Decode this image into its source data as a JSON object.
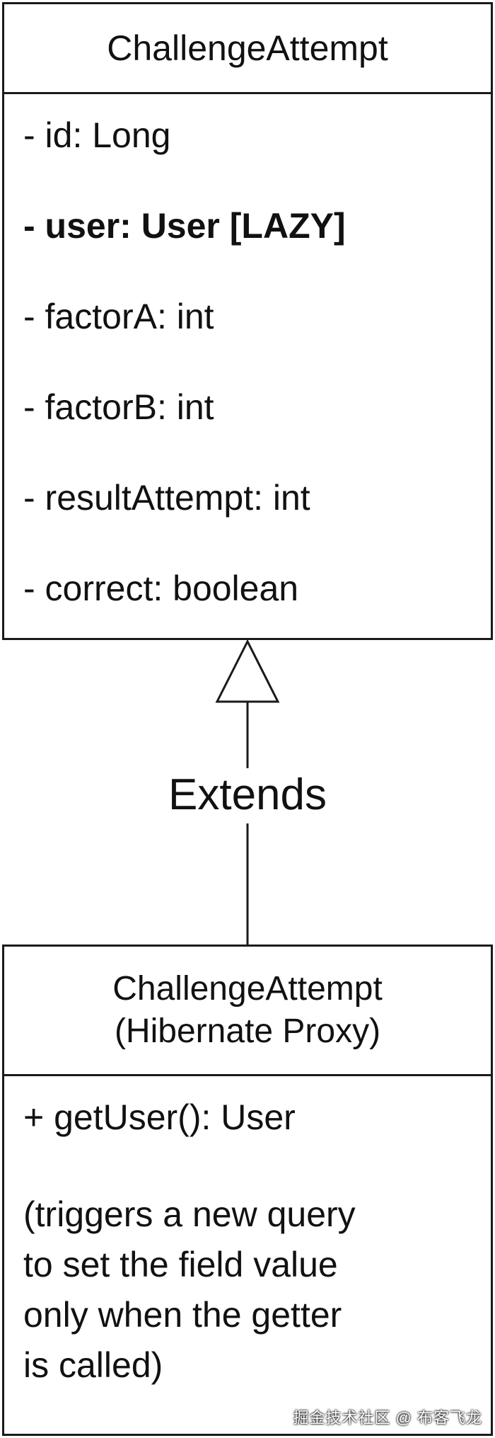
{
  "top_class": {
    "name": "ChallengeAttempt",
    "attributes": [
      {
        "text": "- id: Long",
        "bold": false
      },
      {
        "text": "- user: User [LAZY]",
        "bold": true
      },
      {
        "text": "- factorA: int",
        "bold": false
      },
      {
        "text": "- factorB: int",
        "bold": false
      },
      {
        "text": "- resultAttempt: int",
        "bold": false
      },
      {
        "text": "- correct: boolean",
        "bold": false
      }
    ]
  },
  "relationship": {
    "label": "Extends"
  },
  "bottom_class": {
    "name_line1": "ChallengeAttempt",
    "name_line2": "(Hibernate Proxy)",
    "method": "+ getUser(): User",
    "note_lines": [
      "(triggers a new query",
      "to set the field value",
      "only when the getter",
      "is called)"
    ]
  },
  "watermark": "掘金技术社区 @ 布客飞龙"
}
